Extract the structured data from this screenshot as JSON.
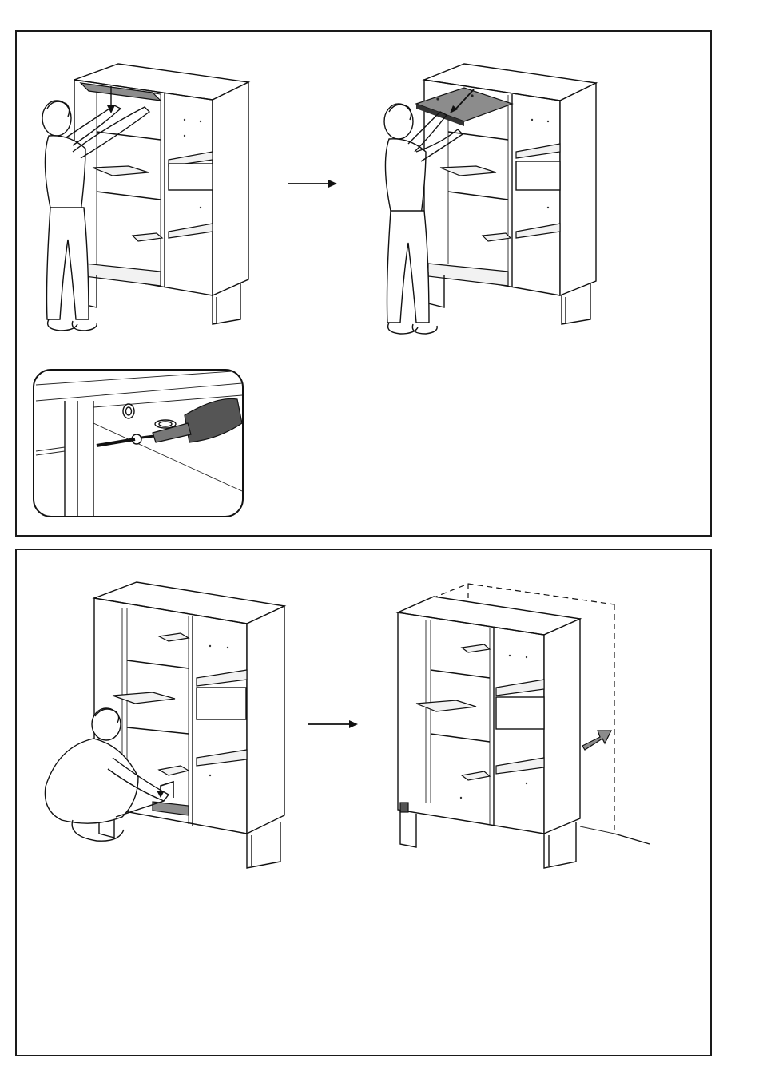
{
  "document": {
    "type": "assembly-instructions",
    "steps": [
      {
        "id": "top-step",
        "frames": [
          "install-top-panel",
          "place-top-panel",
          "drill-detail"
        ]
      },
      {
        "id": "bottom-step",
        "frames": [
          "attach-bottom-fitting",
          "push-to-wall"
        ]
      }
    ],
    "icons": [
      "step-arrow-icon",
      "down-arrow-icon",
      "insert-arrow-icon",
      "push-arrow-icon",
      "drill-icon"
    ],
    "colors": {
      "line": "#111111",
      "panel_fill": "#8c8c8c",
      "background": "#ffffff"
    }
  }
}
